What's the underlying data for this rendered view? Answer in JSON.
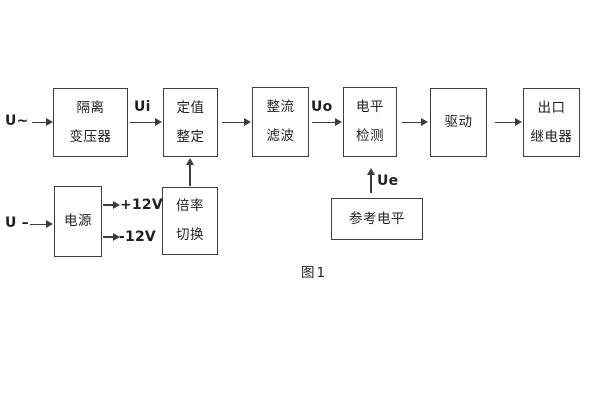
{
  "diagram": {
    "boxes": {
      "isolation_transformer": {
        "lines": [
          "隔离",
          "变压器"
        ]
      },
      "setpoint_adjust": {
        "lines": [
          "定值",
          "整定"
        ]
      },
      "rectify_filter": {
        "lines": [
          "整流",
          "滤波"
        ]
      },
      "level_detect": {
        "lines": [
          "电平",
          "检测"
        ]
      },
      "drive": {
        "lines": [
          "驱动"
        ]
      },
      "output_relay": {
        "lines": [
          "出口",
          "继电器"
        ]
      },
      "power_supply": {
        "lines": [
          "电源"
        ]
      },
      "ratio_switch": {
        "lines": [
          "倍率",
          "切换"
        ]
      },
      "reference_level": {
        "lines": [
          "参考电平"
        ]
      }
    },
    "labels": {
      "ac_input": "U~",
      "dc_input": "U –",
      "ui": "Ui",
      "uo": "Uo",
      "ue": "Ue",
      "plus_12v": "+12V",
      "minus_12v": "-12V"
    },
    "caption": "图1",
    "colors": {
      "line": "#3d3d3d",
      "text": "#1f1f1f",
      "background": "#ffffff"
    }
  }
}
